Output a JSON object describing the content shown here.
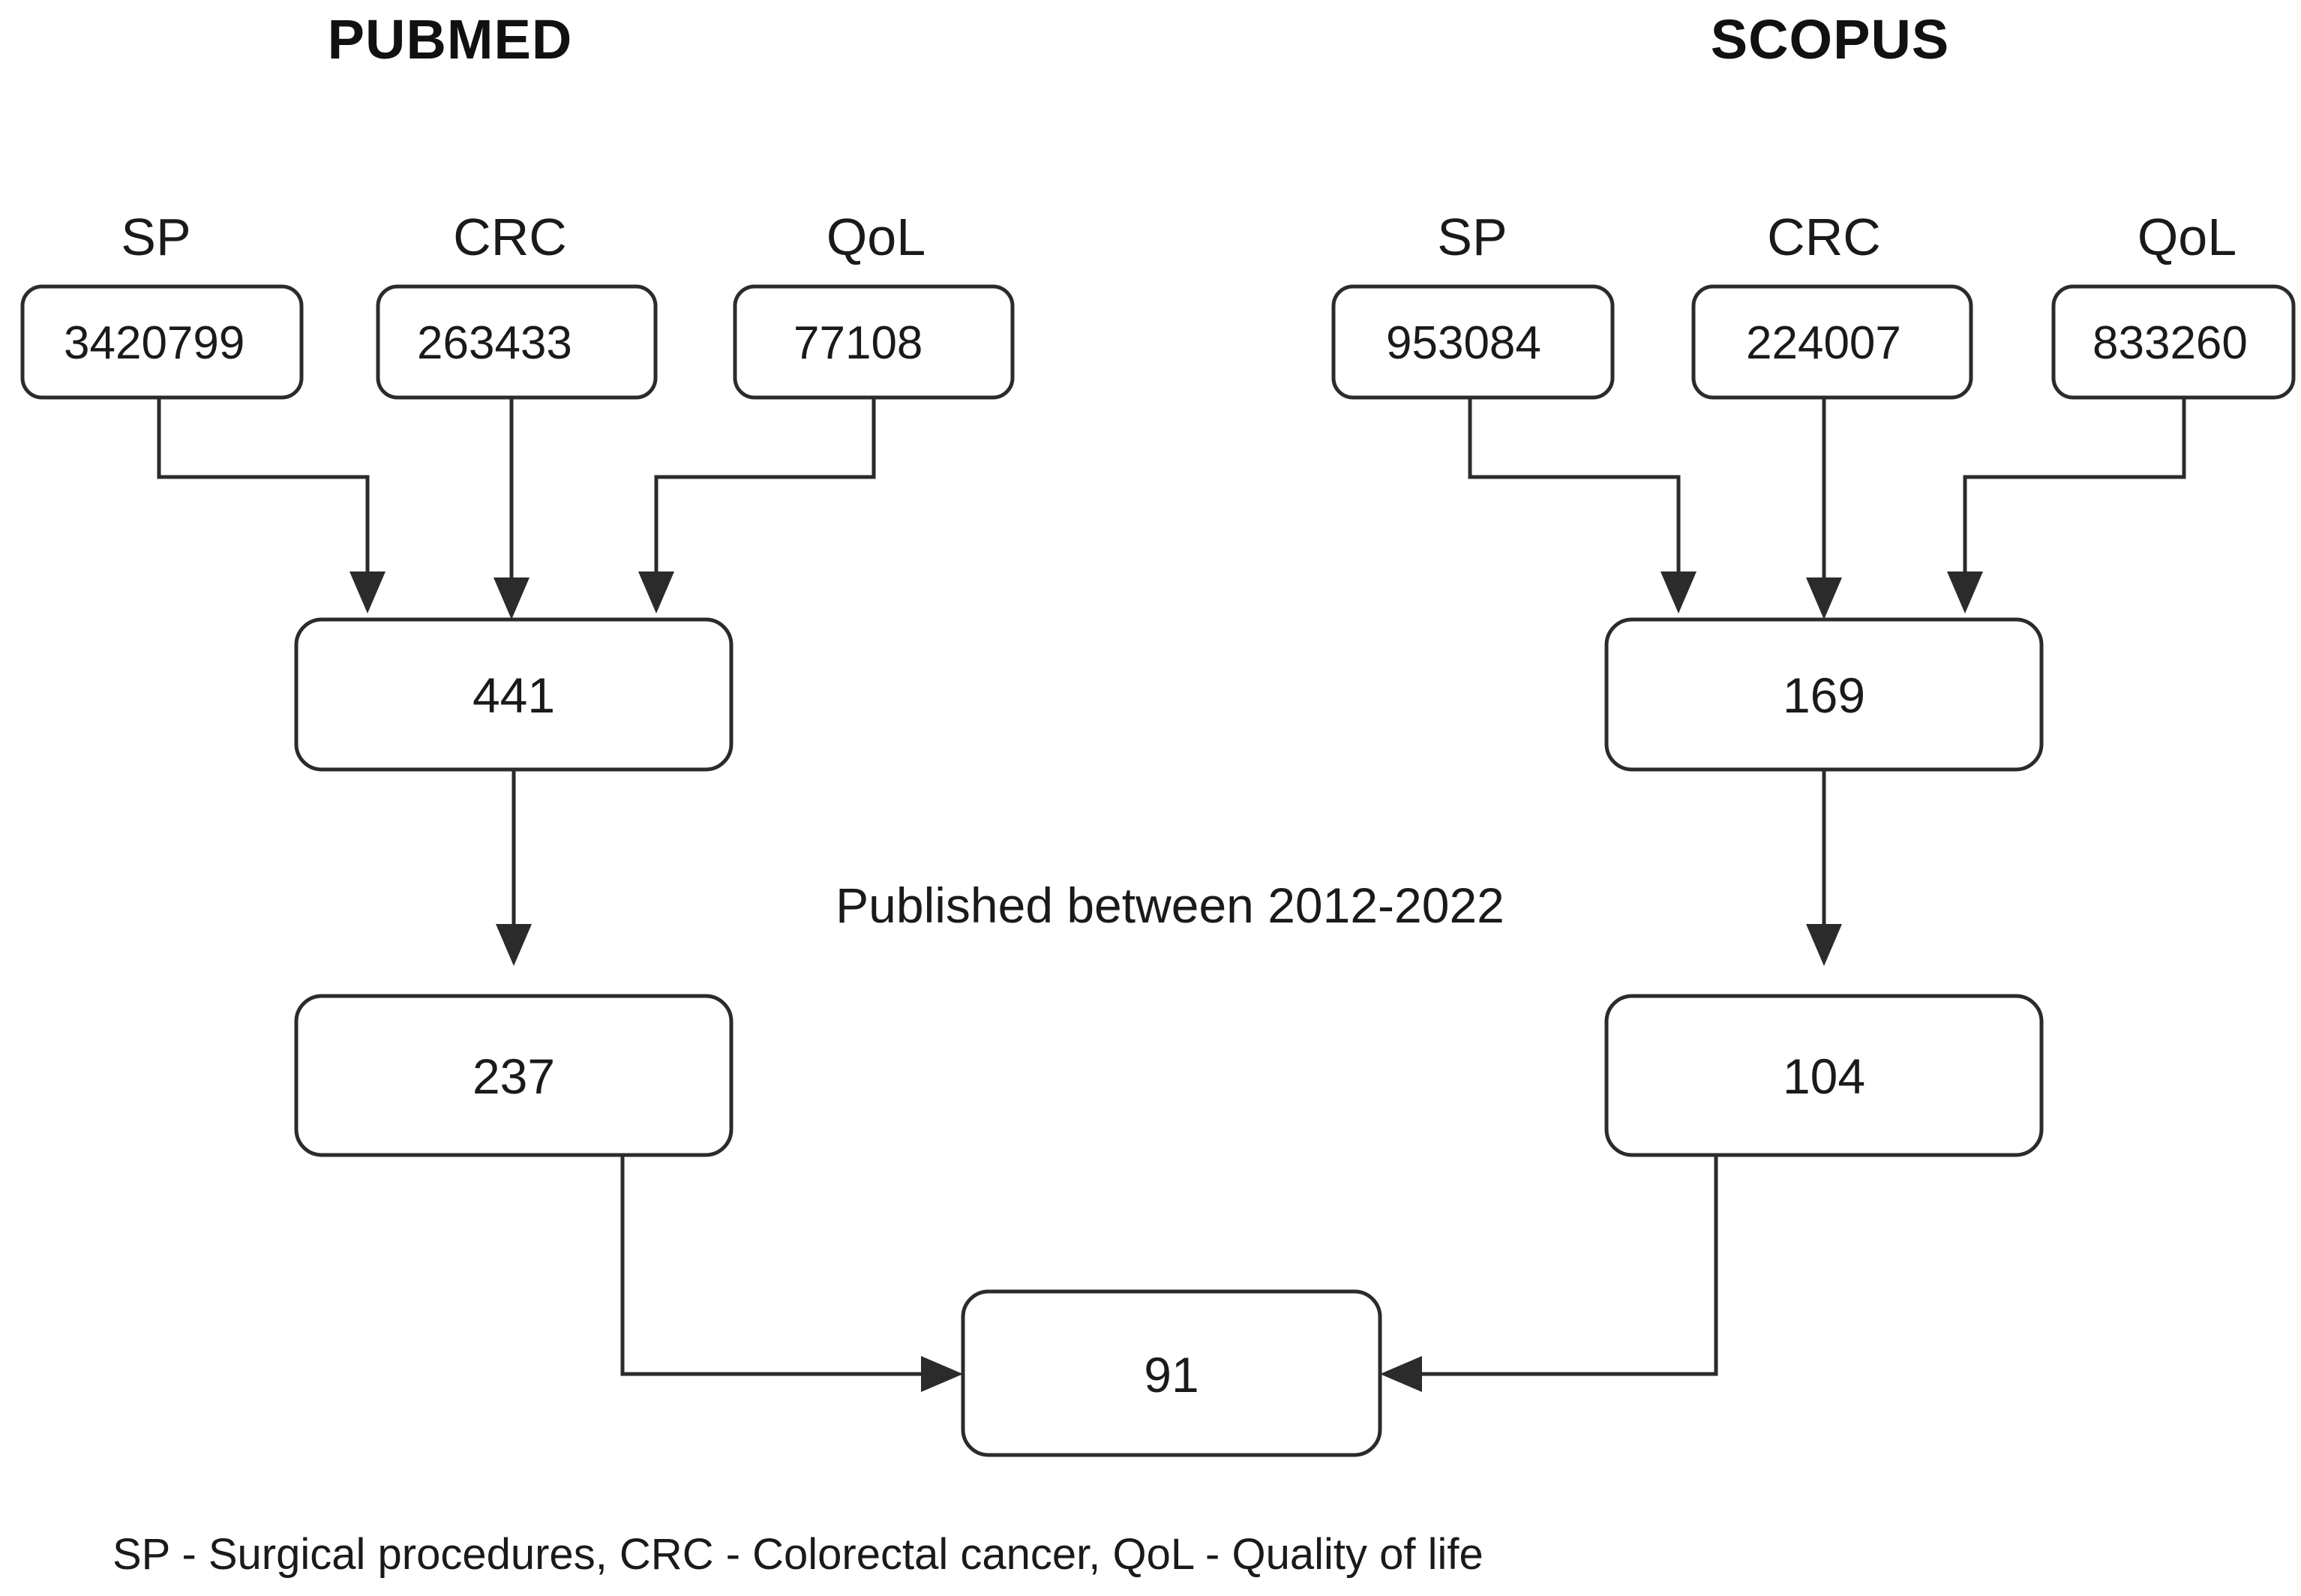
{
  "figure": {
    "title_left": "PUBMED",
    "title_right": "SCOPUS",
    "filter_note": "Published between 2012-2022",
    "legend": "SP - Surgical procedures, CRC - Colorectal cancer, QoL - Quality of life"
  },
  "columns": {
    "sp_label": "SP",
    "crc_label": "CRC",
    "qol_label": "QoL"
  },
  "pubmed": {
    "sp_count": "3420799",
    "crc_count": "263433",
    "qol_count": "77108",
    "combined_count": "441",
    "date_filtered_count": "237"
  },
  "scopus": {
    "sp_count": "953084",
    "crc_count": "224007",
    "qol_count": "833260",
    "combined_count": "169",
    "date_filtered_count": "104"
  },
  "final": {
    "included_count": "91"
  },
  "colors": {
    "stroke": "#2b2b2b",
    "text": "#1a1a1a",
    "background": "#ffffff"
  },
  "chart_data": {
    "type": "diagram",
    "title": "PRISMA-style literature search flowchart",
    "sources": [
      {
        "name": "PUBMED",
        "queries": [
          {
            "term": "SP",
            "expansion": "Surgical procedures",
            "records": 3420799
          },
          {
            "term": "CRC",
            "expansion": "Colorectal cancer",
            "records": 263433
          },
          {
            "term": "QoL",
            "expansion": "Quality of life",
            "records": 77108
          }
        ],
        "combined_records": 441,
        "after_date_filter": 237
      },
      {
        "name": "SCOPUS",
        "queries": [
          {
            "term": "SP",
            "expansion": "Surgical procedures",
            "records": 953084
          },
          {
            "term": "CRC",
            "expansion": "Colorectal cancer",
            "records": 224007
          },
          {
            "term": "QoL",
            "expansion": "Quality of life",
            "records": 833260
          }
        ],
        "combined_records": 169,
        "after_date_filter": 104
      }
    ],
    "filter_applied": "Published between 2012-2022",
    "final_included": 91
  }
}
